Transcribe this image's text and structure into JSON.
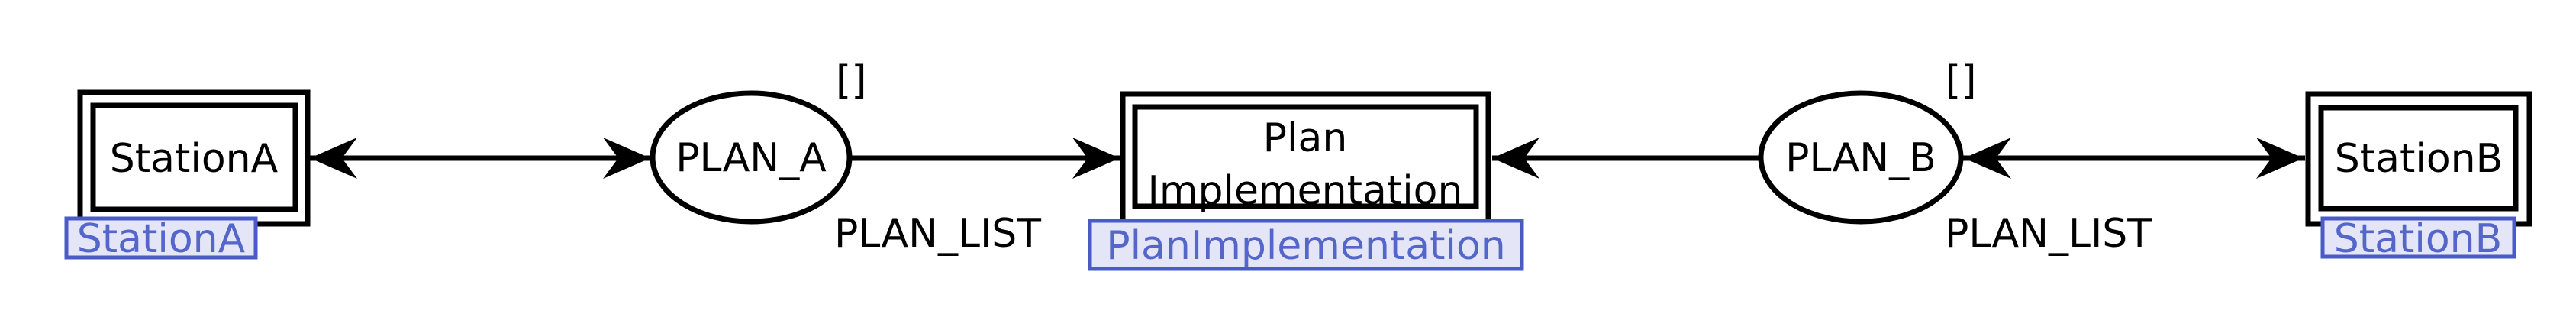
{
  "colors": {
    "background": "#ffffff",
    "node_stroke": "#000000",
    "node_text": "#000000",
    "subpage_tag_fill": "#e4e5f7",
    "subpage_tag_border": "#4a5bc7",
    "subpage_tag_text": "#5466c9"
  },
  "nodes": {
    "station_a": {
      "label": "StationA",
      "subpage_tag": "StationA"
    },
    "plan_a_place": {
      "label": "PLAN_A",
      "initial_marking": "[]",
      "color_set": "PLAN_LIST"
    },
    "plan_implementation": {
      "label_line1": "Plan",
      "label_line2": "Implementation",
      "subpage_tag": "PlanImplementation"
    },
    "plan_b_place": {
      "label": "PLAN_B",
      "initial_marking": "[]",
      "color_set": "PLAN_LIST"
    },
    "station_b": {
      "label": "StationB",
      "subpage_tag": "StationB"
    }
  }
}
